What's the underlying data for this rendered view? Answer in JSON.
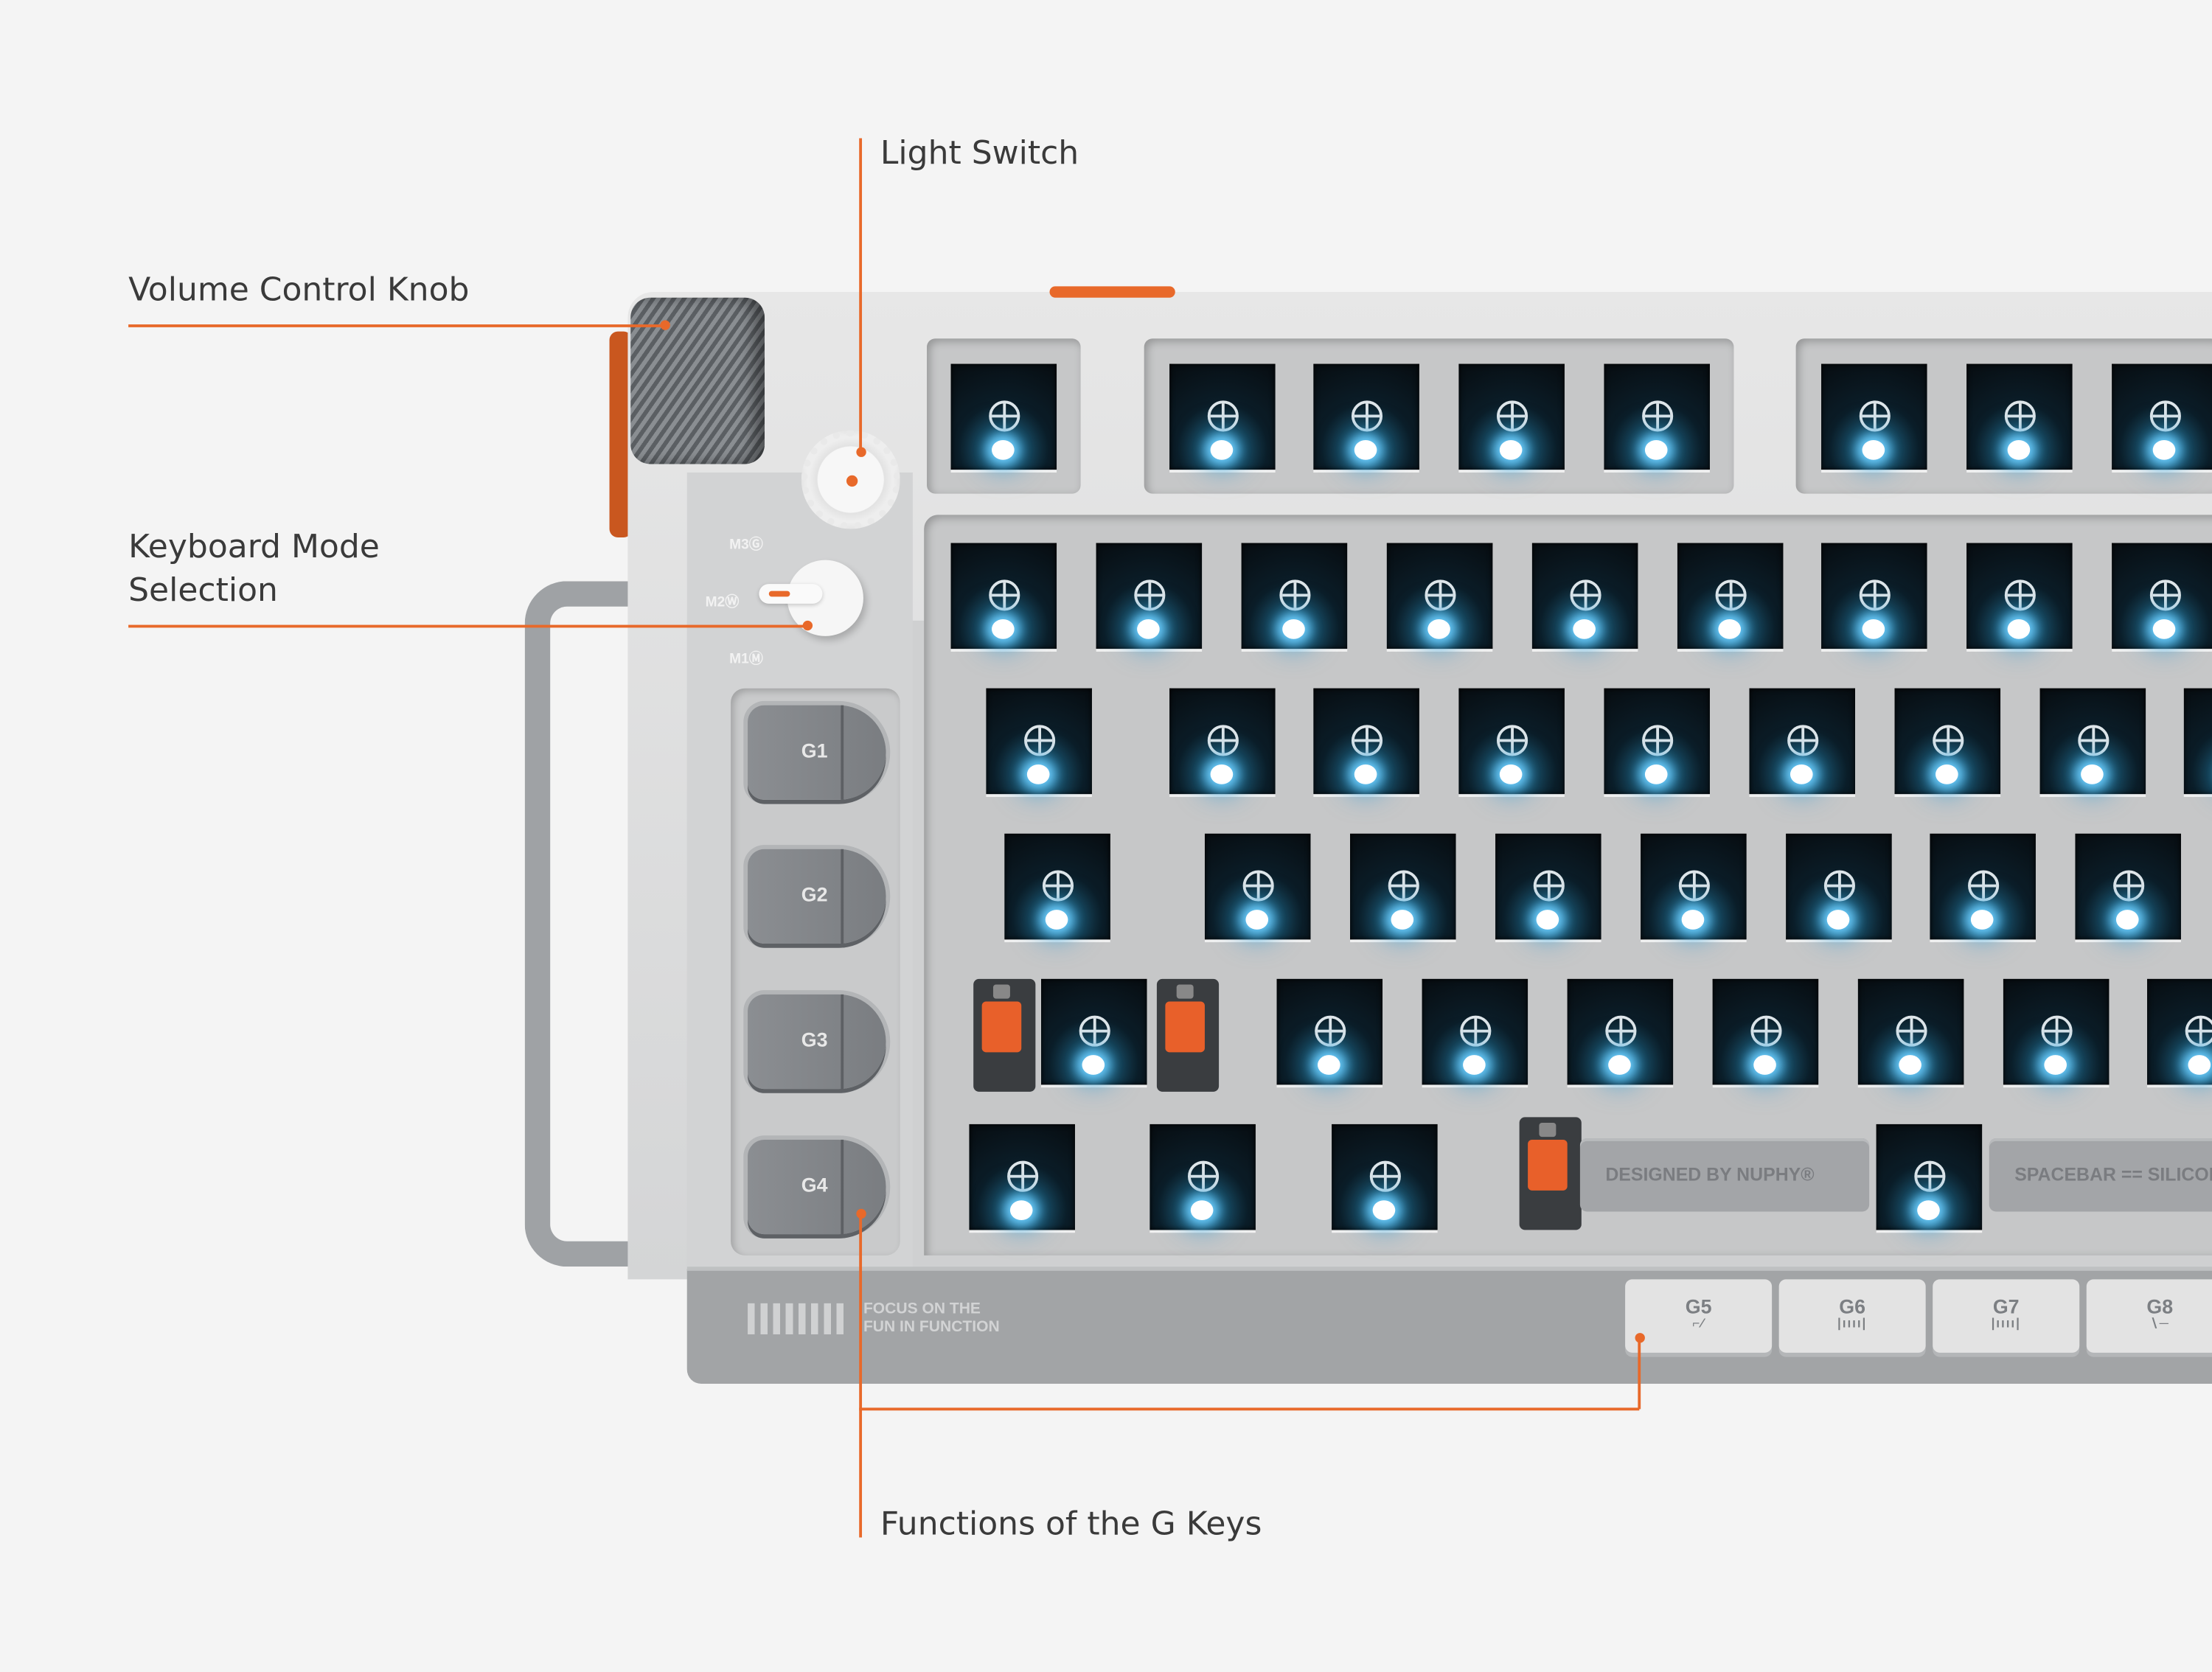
{
  "annotations": {
    "light_switch": "Light Switch",
    "volume_knob": "Volume Control Knob",
    "mode_selection_line1": "Keyboard Mode",
    "mode_selection_line2": "Selection",
    "g_keys": "Functions of the G Keys"
  },
  "mode_switch": {
    "m3": "M3Ⓖ",
    "m2": "M2Ⓦ",
    "m1": "M1Ⓜ"
  },
  "g_keys_side": [
    "G1",
    "G2",
    "G3",
    "G4"
  ],
  "g_keys_bottom": [
    {
      "label": "G5",
      "glyph": "⌐⁄"
    },
    {
      "label": "G6",
      "glyph": "|ıııı|"
    },
    {
      "label": "G7",
      "glyph": "|ıııı|"
    },
    {
      "label": "G8",
      "glyph": "∖─"
    }
  ],
  "spacebar_left": "DESIGNED BY NUPHY®",
  "spacebar_right": "SPACEBAR == SILICONE",
  "tagline_line1": "FOCUS ON THE",
  "tagline_line2": "FUN IN FUNCTION",
  "colors": {
    "accent": "#e8692a",
    "body": "#d4d5d6"
  }
}
